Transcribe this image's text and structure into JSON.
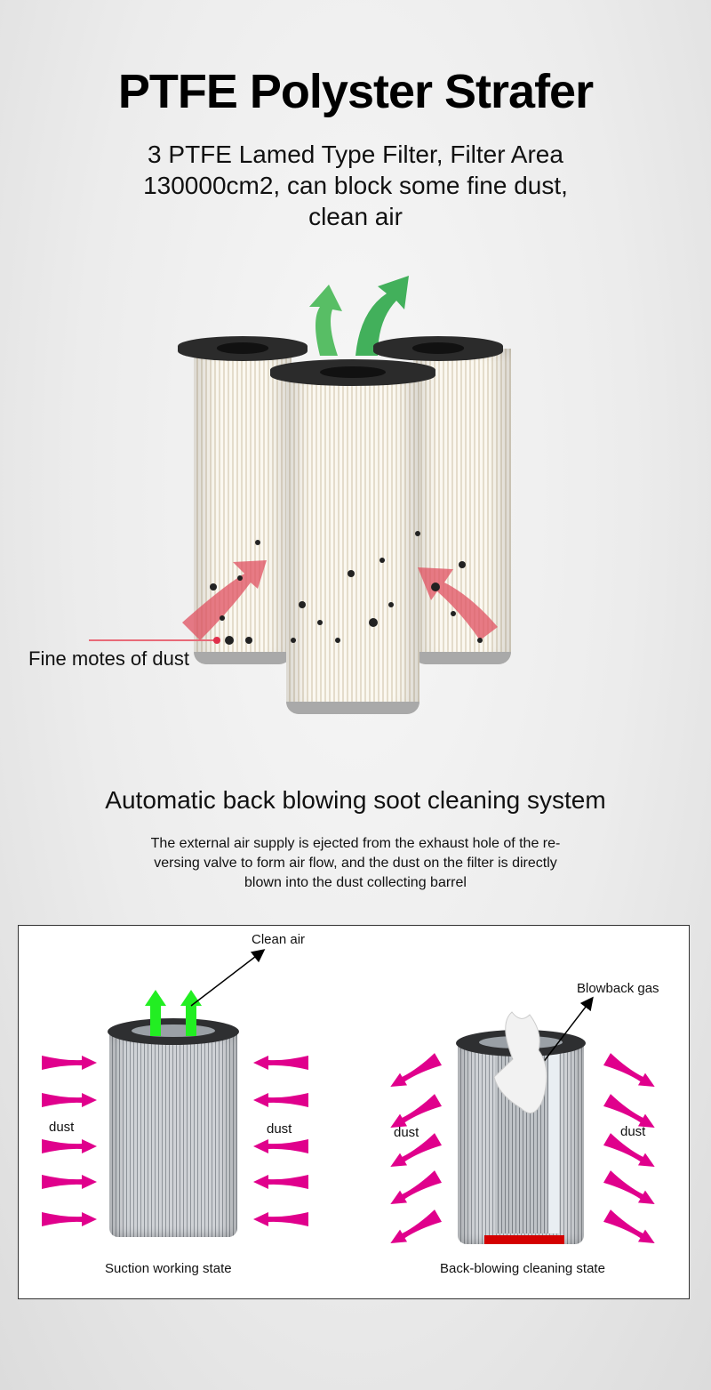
{
  "header": {
    "title": "PTFE Polyster Strafer",
    "subtitle_lines": [
      "3 PTFE Lamed Type Filter, Filter Area",
      "130000cm2, can block some fine dust,",
      "clean air"
    ]
  },
  "hero": {
    "callout": "Fine motes of dust",
    "colors": {
      "flow_in": "#e05060",
      "flow_out": "#3cb44b"
    }
  },
  "section": {
    "heading": "Automatic back blowing soot cleaning system",
    "description_lines": [
      "The external air supply is ejected from the exhaust hole of the re-",
      "versing valve to form air flow, and the dust on the filter is directly",
      "blown into the dust collecting barrel"
    ]
  },
  "diagram": {
    "clean_air": "Clean air",
    "blowback_gas": "Blowback gas",
    "dust": "dust",
    "left_caption": "Suction working state",
    "right_caption": "Back-blowing cleaning state",
    "colors": {
      "dust_arrow": "#e0008c",
      "clean_arrow": "#22ee22",
      "seal": "#d40000"
    }
  }
}
